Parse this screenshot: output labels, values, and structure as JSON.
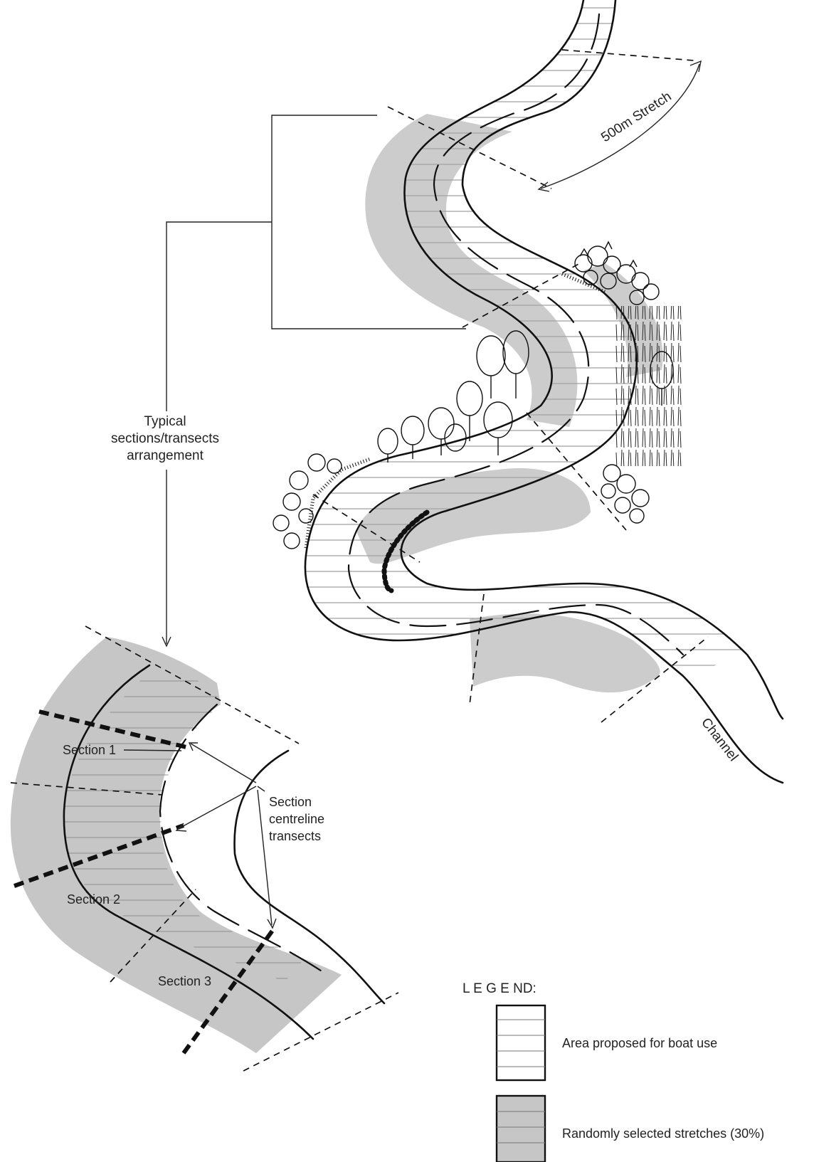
{
  "labels": {
    "stretch": "500m Stretch",
    "arrangement": [
      "Typical",
      "sections/transects",
      "arrangement"
    ],
    "section1": "Section 1",
    "section2": "Section 2",
    "section3": "Section 3",
    "centreline": [
      "Section",
      "centreline",
      "transects"
    ],
    "channel": "Channel"
  },
  "legend": {
    "title": "L E G E ND:",
    "items": [
      {
        "label": "Area proposed for boat use",
        "fill": "#ffffff"
      },
      {
        "label": "Randomly selected stretches (30%)",
        "fill": "#c6c6c6"
      }
    ]
  },
  "colors": {
    "selected_fill": "#c6c6c6",
    "line": "#111111",
    "hatch": "#777777"
  }
}
